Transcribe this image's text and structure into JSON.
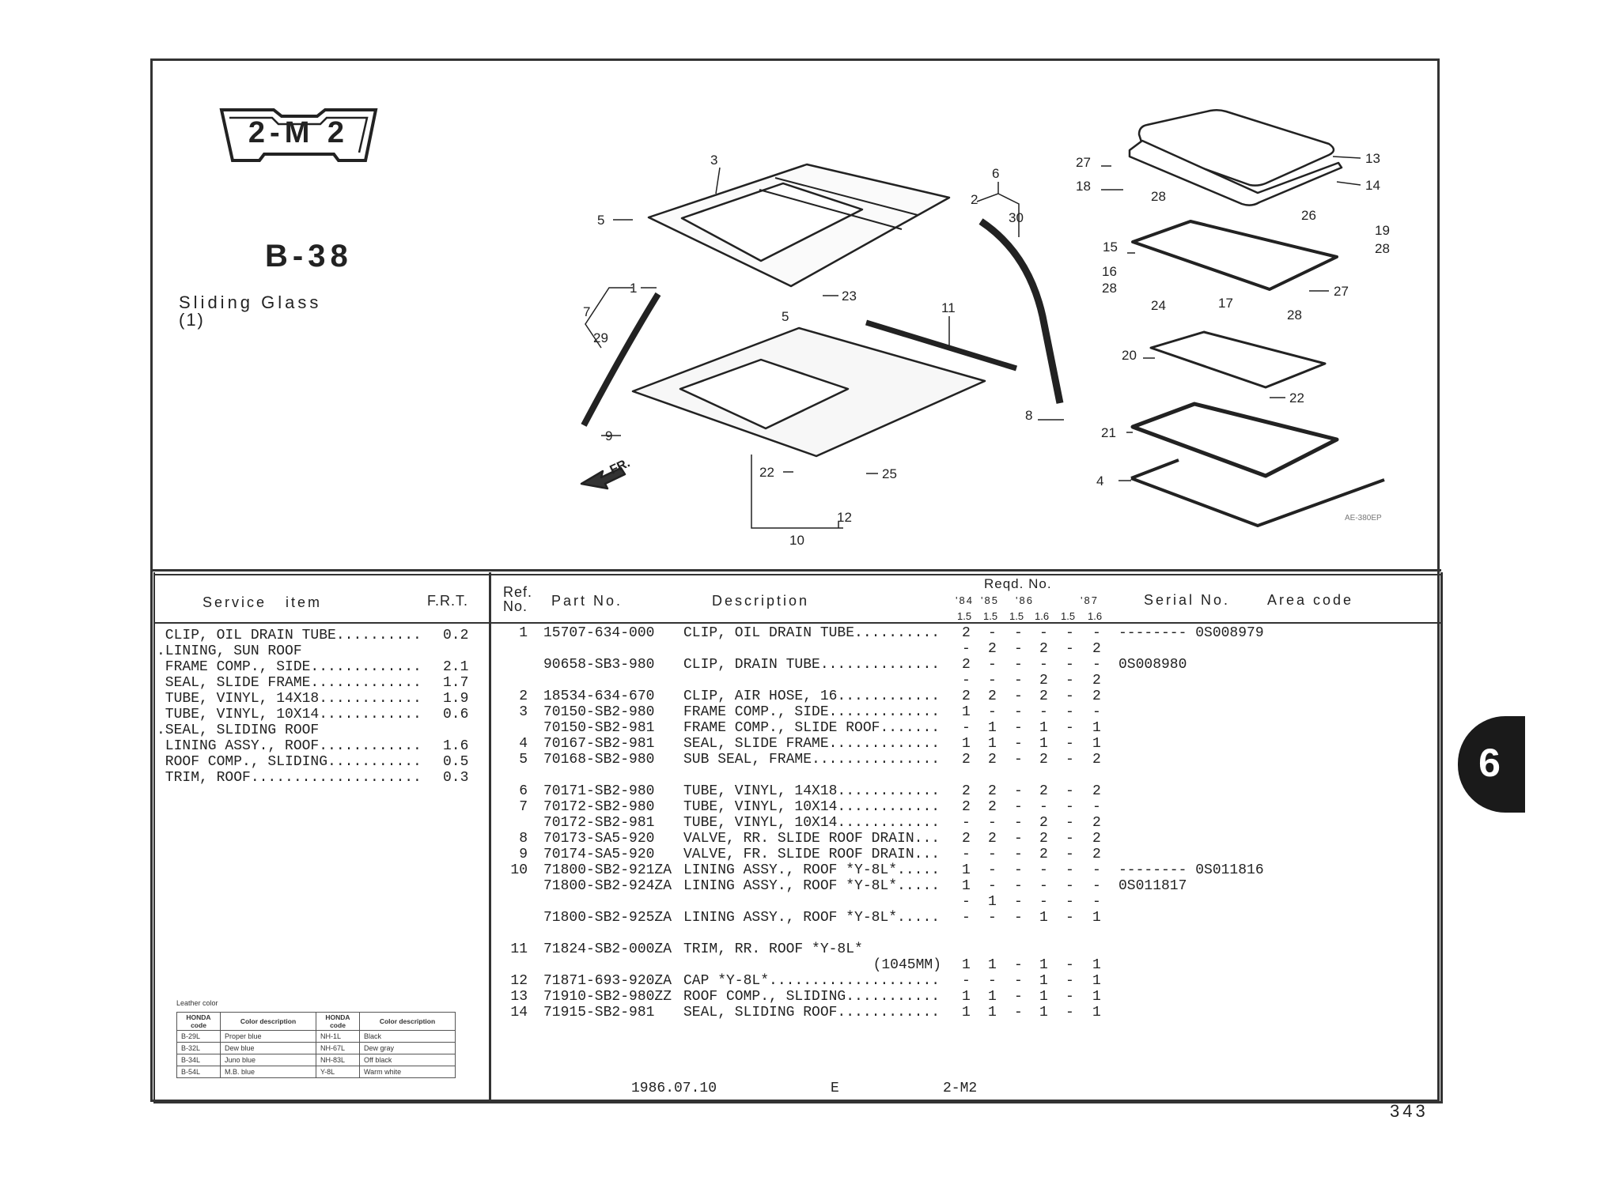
{
  "badge": "2-M 2",
  "block_number": "B-38",
  "section_title": "Sliding Glass",
  "section_sub": "(1)",
  "side_tab": "6",
  "page_number": "343",
  "diagram": {
    "code": "AE-380EP",
    "front_label": "FR.",
    "callouts": [
      "1",
      "2",
      "3",
      "4",
      "5",
      "5",
      "6",
      "7",
      "8",
      "9",
      "10",
      "11",
      "12",
      "13",
      "14",
      "15",
      "16",
      "17",
      "18",
      "19",
      "20",
      "21",
      "22",
      "22",
      "23",
      "24",
      "25",
      "26",
      "27",
      "27",
      "28",
      "28",
      "28",
      "28",
      "29",
      "30"
    ]
  },
  "service_table": {
    "header_item": "Service   item",
    "header_frt": "F.R.T.",
    "rows": [
      {
        "item": " CLIP, OIL DRAIN TUBE..........",
        "frt": "0.2"
      },
      {
        "item": ".LINING, SUN ROOF",
        "frt": ""
      },
      {
        "item": " FRAME COMP., SIDE.............",
        "frt": "2.1"
      },
      {
        "item": " SEAL, SLIDE FRAME.............",
        "frt": "1.7"
      },
      {
        "item": " TUBE, VINYL, 14X18............",
        "frt": "1.9"
      },
      {
        "item": " TUBE, VINYL, 10X14............",
        "frt": "0.6"
      },
      {
        "item": ".SEAL, SLIDING ROOF",
        "frt": ""
      },
      {
        "item": " LINING ASSY., ROOF............",
        "frt": "1.6"
      },
      {
        "item": " ROOF COMP., SLIDING...........",
        "frt": "0.5"
      },
      {
        "item": " TRIM, ROOF....................",
        "frt": "0.3"
      }
    ]
  },
  "leather": {
    "title": "Leather color",
    "headers": [
      "HONDA code",
      "Color description",
      "HONDA code",
      "Color description"
    ],
    "rows": [
      [
        "B-29L",
        "Proper blue",
        "NH-1L",
        "Black"
      ],
      [
        "B-32L",
        "Dew blue",
        "NH-67L",
        "Dew gray"
      ],
      [
        "B-34L",
        "Juno blue",
        "NH-83L",
        "Off black"
      ],
      [
        "B-54L",
        "M.B. blue",
        "Y-8L",
        "Warm white"
      ]
    ]
  },
  "parts_table": {
    "header_ref": "Ref.",
    "header_no": "No.",
    "header_part": "Part No.",
    "header_desc": "Description",
    "header_reqd": "Reqd. No.",
    "years": [
      "'84",
      "'85",
      "'86",
      "'87"
    ],
    "engines": [
      "1.5",
      "1.5",
      "1.5",
      "1.6",
      "1.5",
      "1.6"
    ],
    "header_serial": "Serial No.",
    "header_area": "Area code",
    "rows": [
      {
        "ref": "1",
        "part": "15707-634-000",
        "desc": "CLIP, OIL DRAIN TUBE..........",
        "qty": [
          "2",
          "-",
          "-",
          "-",
          "-",
          "-"
        ],
        "serial": "-------- 0S008979"
      },
      {
        "ref": "",
        "part": "",
        "desc": "",
        "qty": [
          "-",
          "2",
          "-",
          "2",
          "-",
          "2"
        ],
        "serial": ""
      },
      {
        "ref": "",
        "part": "90658-SB3-980",
        "desc": "CLIP, DRAIN TUBE..............",
        "qty": [
          "2",
          "-",
          "-",
          "-",
          "-",
          "-"
        ],
        "serial": "0S008980"
      },
      {
        "ref": "",
        "part": "",
        "desc": "",
        "qty": [
          "-",
          "-",
          "-",
          "2",
          "-",
          "2"
        ],
        "serial": ""
      },
      {
        "ref": "2",
        "part": "18534-634-670",
        "desc": "CLIP, AIR HOSE, 16............",
        "qty": [
          "2",
          "2",
          "-",
          "2",
          "-",
          "2"
        ],
        "serial": ""
      },
      {
        "ref": "3",
        "part": "70150-SB2-980",
        "desc": "FRAME COMP., SIDE.............",
        "qty": [
          "1",
          "-",
          "-",
          "-",
          "-",
          "-"
        ],
        "serial": ""
      },
      {
        "ref": "",
        "part": "70150-SB2-981",
        "desc": "FRAME COMP., SLIDE ROOF.......",
        "qty": [
          "-",
          "1",
          "-",
          "1",
          "-",
          "1"
        ],
        "serial": ""
      },
      {
        "ref": "4",
        "part": "70167-SB2-981",
        "desc": "SEAL, SLIDE FRAME.............",
        "qty": [
          "1",
          "1",
          "-",
          "1",
          "-",
          "1"
        ],
        "serial": ""
      },
      {
        "ref": "5",
        "part": "70168-SB2-980",
        "desc": "SUB SEAL, FRAME...............",
        "qty": [
          "2",
          "2",
          "-",
          "2",
          "-",
          "2"
        ],
        "serial": ""
      },
      {
        "ref": "",
        "part": "",
        "desc": "",
        "qty": [],
        "serial": ""
      },
      {
        "ref": "6",
        "part": "70171-SB2-980",
        "desc": "TUBE, VINYL, 14X18............",
        "qty": [
          "2",
          "2",
          "-",
          "2",
          "-",
          "2"
        ],
        "serial": ""
      },
      {
        "ref": "7",
        "part": "70172-SB2-980",
        "desc": "TUBE, VINYL, 10X14............",
        "qty": [
          "2",
          "2",
          "-",
          "-",
          "-",
          "-"
        ],
        "serial": ""
      },
      {
        "ref": "",
        "part": "70172-SB2-981",
        "desc": "TUBE, VINYL, 10X14............",
        "qty": [
          "-",
          "-",
          "-",
          "2",
          "-",
          "2"
        ],
        "serial": ""
      },
      {
        "ref": "8",
        "part": "70173-SA5-920",
        "desc": "VALVE, RR. SLIDE ROOF DRAIN...",
        "qty": [
          "2",
          "2",
          "-",
          "2",
          "-",
          "2"
        ],
        "serial": ""
      },
      {
        "ref": "9",
        "part": "70174-SA5-920",
        "desc": "VALVE, FR. SLIDE ROOF DRAIN...",
        "qty": [
          "-",
          "-",
          "-",
          "2",
          "-",
          "2"
        ],
        "serial": ""
      },
      {
        "ref": "10",
        "part": "71800-SB2-921ZA",
        "desc": "LINING ASSY., ROOF *Y-8L*.....",
        "qty": [
          "1",
          "-",
          "-",
          "-",
          "-",
          "-"
        ],
        "serial": "-------- 0S011816"
      },
      {
        "ref": "",
        "part": "71800-SB2-924ZA",
        "desc": "LINING ASSY., ROOF *Y-8L*.....",
        "qty": [
          "1",
          "-",
          "-",
          "-",
          "-",
          "-"
        ],
        "serial": "0S011817"
      },
      {
        "ref": "",
        "part": "",
        "desc": "",
        "qty": [
          "-",
          "1",
          "-",
          "-",
          "-",
          "-"
        ],
        "serial": ""
      },
      {
        "ref": "",
        "part": "71800-SB2-925ZA",
        "desc": "LINING ASSY., ROOF *Y-8L*.....",
        "qty": [
          "-",
          "-",
          "-",
          "1",
          "-",
          "1"
        ],
        "serial": ""
      },
      {
        "ref": "",
        "part": "",
        "desc": "",
        "qty": [],
        "serial": ""
      },
      {
        "ref": "11",
        "part": "71824-SB2-000ZA",
        "desc": "TRIM, RR. ROOF *Y-8L*",
        "qty": [],
        "serial": ""
      },
      {
        "ref": "",
        "part": "",
        "desc": "(1045MM)",
        "qty": [
          "1",
          "1",
          "-",
          "1",
          "-",
          "1"
        ],
        "serial": "",
        "align": "right"
      },
      {
        "ref": "12",
        "part": "71871-693-920ZA",
        "desc": "CAP *Y-8L*....................",
        "qty": [
          "-",
          "-",
          "-",
          "1",
          "-",
          "1"
        ],
        "serial": ""
      },
      {
        "ref": "13",
        "part": "71910-SB2-980ZZ",
        "desc": "ROOF COMP., SLIDING...........",
        "qty": [
          "1",
          "1",
          "-",
          "1",
          "-",
          "1"
        ],
        "serial": ""
      },
      {
        "ref": "14",
        "part": "71915-SB2-981",
        "desc": "SEAL, SLIDING ROOF............",
        "qty": [
          "1",
          "1",
          "-",
          "1",
          "-",
          "1"
        ],
        "serial": ""
      }
    ]
  },
  "footer": {
    "date": "1986.07.10",
    "edition": "E",
    "code": "2-M2"
  }
}
